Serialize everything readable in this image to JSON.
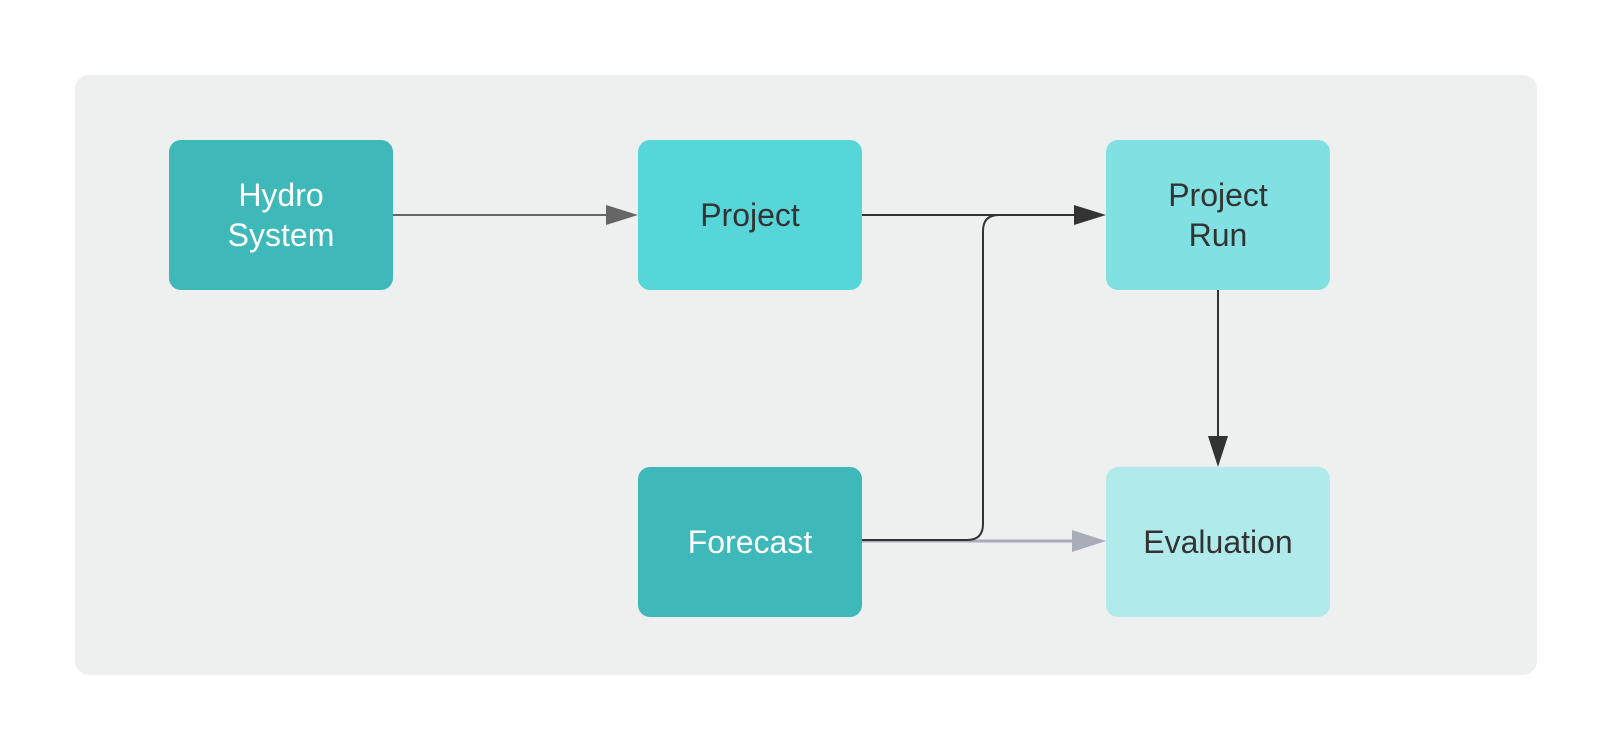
{
  "diagram": {
    "nodes": [
      {
        "id": "hydro_system",
        "label": "Hydro\nSystem",
        "fill": "#3eb8b9",
        "text_color": "#ffffff"
      },
      {
        "id": "project",
        "label": "Project",
        "fill": "#57d6d9",
        "text_color": "#333333"
      },
      {
        "id": "project_run",
        "label": "Project\nRun",
        "fill": "#80e0e2",
        "text_color": "#333333"
      },
      {
        "id": "forecast",
        "label": "Forecast",
        "fill": "#3eb8b9",
        "text_color": "#ffffff"
      },
      {
        "id": "evaluation",
        "label": "Evaluation",
        "fill": "#b0eaeb",
        "text_color": "#333333"
      }
    ],
    "edges": [
      {
        "from": "hydro_system",
        "to": "project",
        "color": "#666666"
      },
      {
        "from": "project",
        "to": "project_run",
        "color": "#333333"
      },
      {
        "from": "forecast",
        "to": "project_run",
        "color": "#333333"
      },
      {
        "from": "project_run",
        "to": "evaluation",
        "color": "#333333"
      },
      {
        "from": "forecast",
        "to": "evaluation",
        "color": "#a9adb7"
      }
    ],
    "panel_color": "#eef0ef"
  }
}
